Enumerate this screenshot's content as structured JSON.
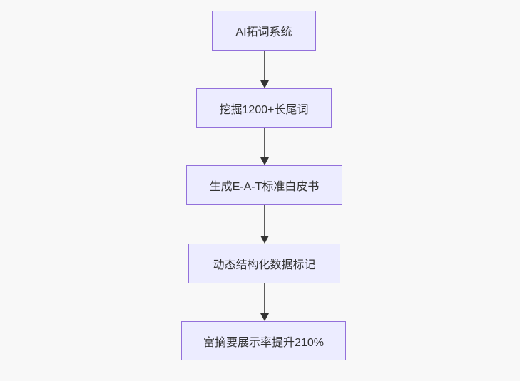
{
  "diagram": {
    "type": "flowchart",
    "direction": "top-down",
    "background": "#f8f8f8",
    "colors": {
      "node_fill": "#ECECFF",
      "node_border": "#9370DB",
      "node_text": "#333333",
      "edge_line": "#5c5c5c",
      "arrowhead": "#333333"
    },
    "nodes": [
      {
        "id": "n1",
        "label": "AI拓词系统"
      },
      {
        "id": "n2",
        "label": "挖掘1200+长尾词"
      },
      {
        "id": "n3",
        "label": "生成E-A-T标准白皮书"
      },
      {
        "id": "n4",
        "label": "动态结构化数据标记"
      },
      {
        "id": "n5",
        "label": "富摘要展示率提升210%"
      }
    ],
    "edges": [
      {
        "from": "n1",
        "to": "n2"
      },
      {
        "from": "n2",
        "to": "n3"
      },
      {
        "from": "n3",
        "to": "n4"
      },
      {
        "from": "n4",
        "to": "n5"
      }
    ]
  }
}
